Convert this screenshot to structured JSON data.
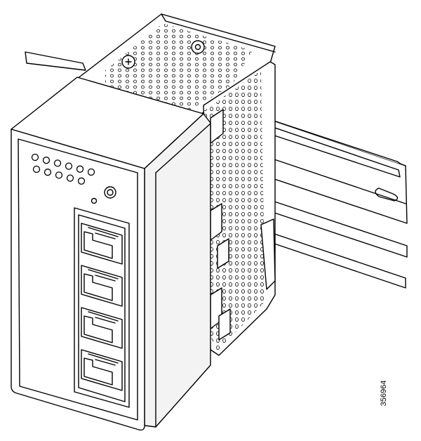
{
  "figure": {
    "id_label": "356964"
  },
  "device": {
    "led_count": 11,
    "port_count": 4
  },
  "colors": {
    "line": "#000000",
    "fill": "#ffffff",
    "shade": "#e9e9e9"
  }
}
